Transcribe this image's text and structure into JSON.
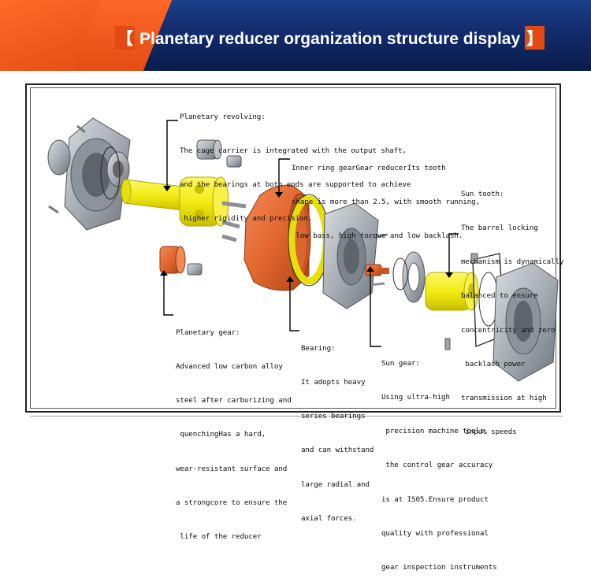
{
  "header": {
    "bracket_left": "【",
    "title": "Planetary reducer organization structure display",
    "bracket_right": "】"
  },
  "colors": {
    "banner_blue": "#0f2763",
    "banner_orange": "#e24a12",
    "yellow_part": "#f3ec14",
    "orange_part": "#e2662e",
    "steel_part": "#9ea4ab"
  },
  "callouts": {
    "planetary_revolving": [
      "Planetary revolving:",
      "The cage carrier is integrated with the output shaft,",
      "and the bearings at both ends are supported to achieve",
      " higher rigidity and precision."
    ],
    "inner_ring_gear": [
      "Inner ring gearGear reducerIts tooth",
      "shape is more than 2.5, with smooth running,",
      " low bass, high torque and low backlash."
    ],
    "sun_tooth": [
      "Sun tooth:",
      "The barrel locking",
      "mechanism is dynamically",
      "balanced to ensure",
      "concentricity and zero",
      " backlash power",
      "transmission at high",
      " input speeds"
    ],
    "planetary_gear": [
      "Planetary gear:",
      "Advanced low carbon alloy",
      "steel after carburizing and",
      " quenchingHas a hard,",
      "wear-resistant surface and",
      "a strongcore to ensure the",
      " life of the reducer"
    ],
    "bearing": [
      "Bearing:",
      "It adopts heavy",
      "series bearings",
      "and can withstand",
      "large radial and",
      "axial forces."
    ],
    "sun_gear": [
      "Sun gear:",
      "Using ultra-high",
      " precision machine tools,",
      " the control gear accuracy",
      "is at IS05.Ensure product",
      "quality with professional",
      "gear inspection instruments"
    ]
  }
}
